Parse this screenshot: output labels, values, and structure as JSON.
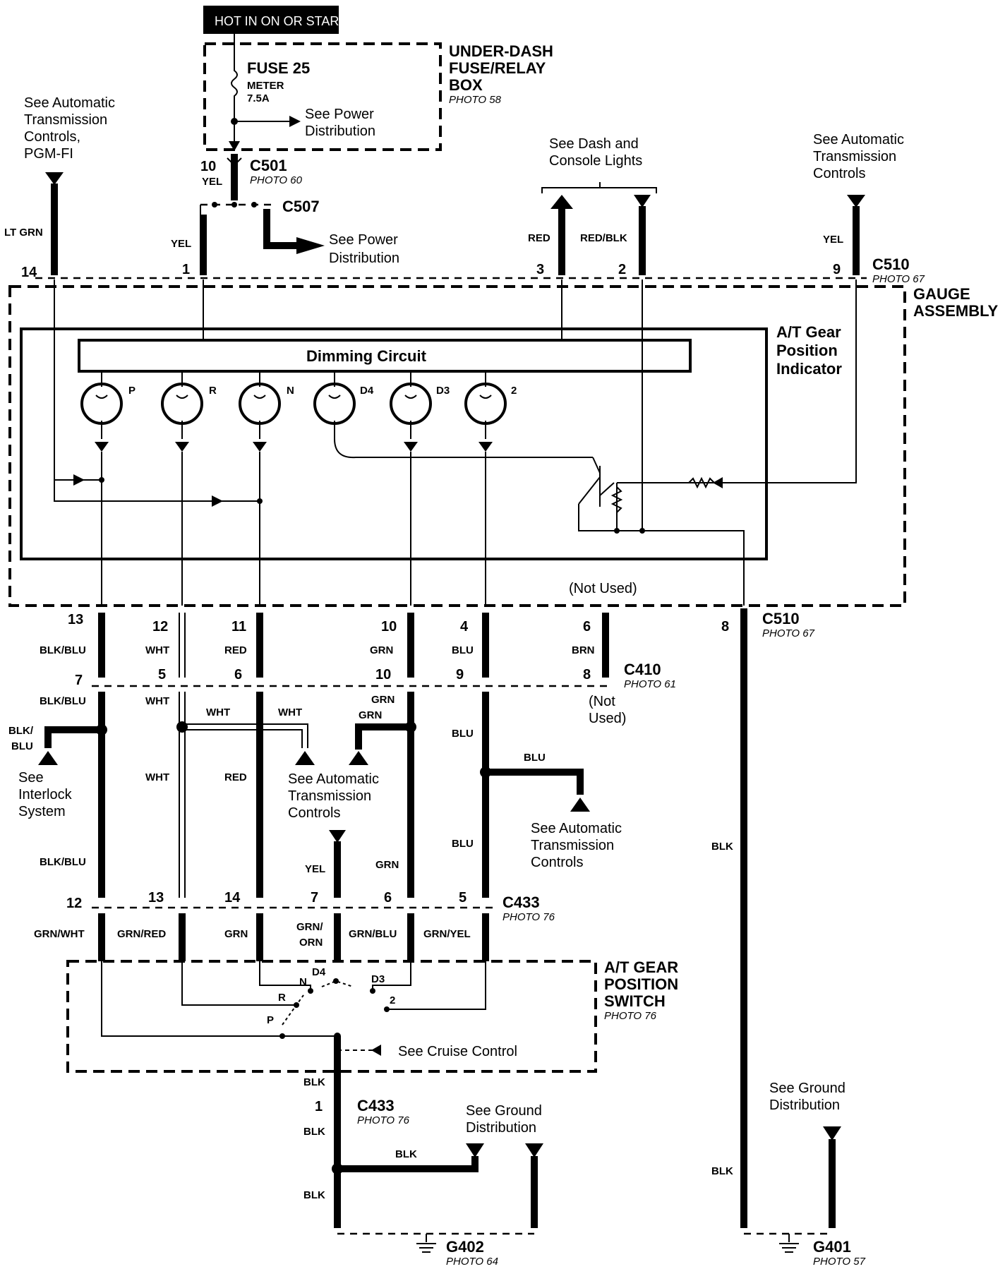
{
  "labels": {
    "hot_in_on": "HOT IN ON OR START",
    "fuse": "FUSE 25",
    "meter": "METER",
    "amp": "7.5A",
    "see_power_1": "See Power",
    "distribution_1": "Distribution",
    "underdash_1": "UNDER-DASH",
    "underdash_2": "FUSE/RELAY",
    "underdash_3": "BOX",
    "photo58": "PHOTO 58",
    "c501": "C501",
    "photo60": "PHOTO 60",
    "c507": "C507",
    "see_power_2": "See Power",
    "distribution_2": "Distribution",
    "pin10_top": "10",
    "yel_top": "YEL",
    "yel_1": "YEL",
    "see_at_l1": "See Automatic",
    "see_at_l2": "Transmission",
    "see_at_l3": "Controls,",
    "see_at_l4": "PGM-FI",
    "lt_grn": "LT GRN",
    "see_dash_1": "See Dash and",
    "see_dash_2": "Console Lights",
    "red_top": "RED",
    "red_blk": "RED/BLK",
    "see_at_r1": "See Automatic",
    "see_at_r2": "Transmission",
    "see_at_r3": "Controls",
    "yel_9": "YEL",
    "c510_top": "C510",
    "photo67_top": "PHOTO 67",
    "gauge_1": "GAUGE",
    "gauge_2": "ASSEMBLY",
    "pin14": "14",
    "pin1": "1",
    "pin3": "3",
    "pin2": "2",
    "pin9": "9",
    "dimming": "Dimming Circuit",
    "atpi_1": "A/T Gear",
    "atpi_2": "Position",
    "atpi_3": "Indicator",
    "lamp_p": "P",
    "lamp_r": "R",
    "lamp_n": "N",
    "lamp_d4": "D4",
    "lamp_d3": "D3",
    "lamp_2": "2",
    "not_used_1": "(Not Used)",
    "c510_bot": "C510",
    "photo67_bot": "PHOTO 67",
    "p13": "13",
    "p12": "12",
    "p11": "11",
    "p10": "10",
    "p4": "4",
    "p6": "6",
    "p8": "8",
    "blk_blu_1": "BLK/BLU",
    "wht_1": "WHT",
    "red_1": "RED",
    "grn_1": "GRN",
    "blu_1": "BLU",
    "brn": "BRN",
    "q7": "7",
    "q5": "5",
    "q6": "6",
    "q10": "10",
    "q9": "9",
    "q8": "8",
    "c410": "C410",
    "photo61": "PHOTO 61",
    "not_used_2a": "(Not",
    "not_used_2b": "Used)",
    "blk_blu_2": "BLK/BLU",
    "wht_2": "WHT",
    "wht_3": "WHT",
    "wht_4": "WHT",
    "grn_2": "GRN",
    "grn_3": "GRN",
    "blk_blu_3a": "BLK/",
    "blk_blu_3b": "BLU",
    "see_int_1": "See",
    "see_int_2": "Interlock",
    "see_int_3": "System",
    "wht_5": "WHT",
    "red_2": "RED",
    "see_at_m1": "See Automatic",
    "see_at_m2": "Transmission",
    "see_at_m3": "Controls",
    "blu_2": "BLU",
    "blu_3": "BLU",
    "see_at_rr1": "See Automatic",
    "see_at_rr2": "Transmission",
    "see_at_rr3": "Controls",
    "blu_4": "BLU",
    "blk_blu_4": "BLK/BLU",
    "yel_2": "YEL",
    "grn_4": "GRN",
    "blk_1": "BLK",
    "r12": "12",
    "r13": "13",
    "r14": "14",
    "r7": "7",
    "r6": "6",
    "r5": "5",
    "c433_1": "C433",
    "photo76_1": "PHOTO 76",
    "grn_wht": "GRN/WHT",
    "grn_red": "GRN/RED",
    "grn_5": "GRN",
    "grn_orn_1": "GRN/",
    "grn_orn_2": "ORN",
    "grn_blu": "GRN/BLU",
    "grn_yel": "GRN/YEL",
    "atps_1": "A/T GEAR",
    "atps_2": "POSITION",
    "atps_3": "SWITCH",
    "photo76_2": "PHOTO 76",
    "sw_n": "N",
    "sw_d4": "D4",
    "sw_d3": "D3",
    "sw_r": "R",
    "sw_2": "2",
    "sw_p": "P",
    "see_cruise": "See Cruise Control",
    "blk_2": "BLK",
    "c433_pin": "1",
    "c433_2": "C433",
    "photo76_3": "PHOTO 76",
    "blk_3": "BLK",
    "see_gd_1": "See Ground",
    "see_gd_2": "Distribution",
    "blk_4": "BLK",
    "blk_5": "BLK",
    "g402": "G402",
    "photo64": "PHOTO 64",
    "see_gd_r1": "See Ground",
    "see_gd_r2": "Distribution",
    "blk_6": "BLK",
    "g401": "G401",
    "photo57": "PHOTO 57"
  }
}
